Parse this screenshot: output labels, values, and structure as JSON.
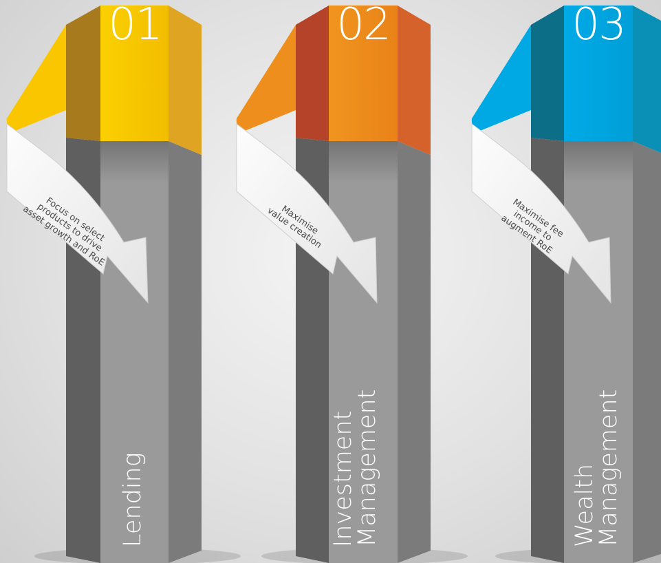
{
  "pillars": [
    {
      "number": "01",
      "title_lines": [
        "Lending"
      ],
      "description_lines": [
        "Focus on select",
        "products to drive",
        "asset growth and RoE"
      ],
      "color_light": "#f9c600",
      "color_dark": "#a87a1e",
      "color_side": "#e0a423"
    },
    {
      "number": "02",
      "title_lines": [
        "Investment",
        "Management"
      ],
      "description_lines": [
        "Maximise",
        "value creation"
      ],
      "color_light": "#ee8f1d",
      "color_dark": "#b5432a",
      "color_side": "#d5622a"
    },
    {
      "number": "03",
      "title_lines": [
        "Wealth",
        "Management"
      ],
      "description_lines": [
        "Maximise fee",
        "income to",
        "augment RoE"
      ],
      "color_light": "#00a8e4",
      "color_dark": "#0d6f87",
      "color_side": "#0a8fb6"
    }
  ]
}
